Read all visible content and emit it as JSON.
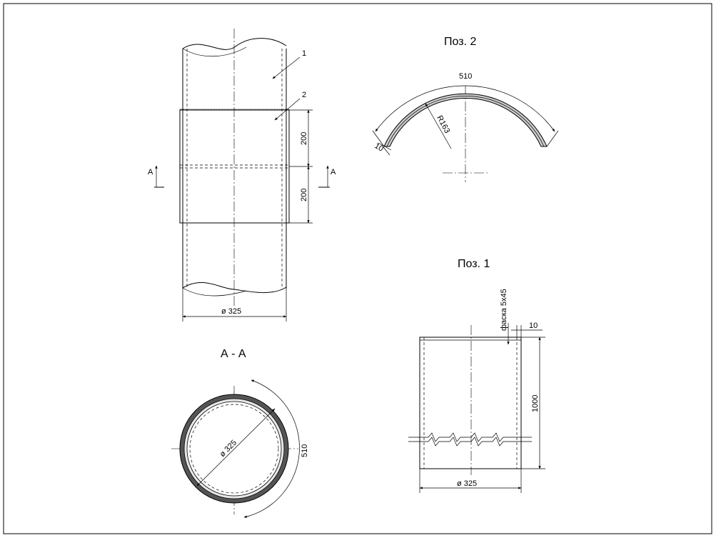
{
  "sheet": {
    "section_marker": "А",
    "elevation": {
      "diameter_label": "ø 325",
      "dim_upper": "200",
      "dim_lower": "200",
      "leader_1": "1",
      "leader_2": "2"
    },
    "section": {
      "title": "А - А",
      "diameter_label": "ø 325",
      "arc_label": "510"
    },
    "pos2": {
      "title": "Поз. 2",
      "arc_length": "510",
      "radius_label": "R163",
      "thickness_label": "10"
    },
    "pos1": {
      "title": "Поз. 1",
      "chamfer_label": "фаска 5х45",
      "thickness_label": "10",
      "height_label": "1000",
      "diameter_label": "ø 325"
    }
  }
}
